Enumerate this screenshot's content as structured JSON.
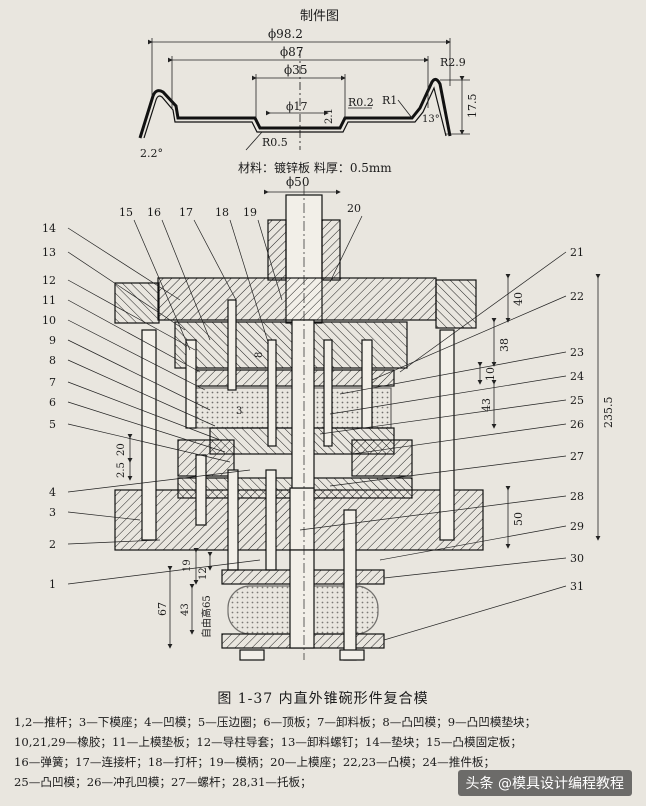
{
  "part_drawing": {
    "title": "制件图",
    "material_note": "材料：镀锌板 料厚：0.5mm",
    "dims": {
      "d98": "ϕ98.2",
      "d87": "ϕ87",
      "d35": "ϕ35",
      "d17": "ϕ17",
      "r29": "R2.9",
      "r02": "R0.2",
      "r1": "R1",
      "r05": "R0.5",
      "h21": "2.1",
      "h175": "17.5",
      "a13": "13°",
      "a22": "2.2°"
    }
  },
  "assembly": {
    "dims": {
      "d50": "ϕ50",
      "v40": "40",
      "v38": "38",
      "v10": "10",
      "v43": "43",
      "v2355": "235.5",
      "v50": "50",
      "v20": "20",
      "v25": "2.5",
      "v3": "3",
      "v8": "8",
      "v12": "12",
      "v19": "19",
      "v67": "67",
      "v43b": "43",
      "free": "自由高65"
    },
    "callouts_left": [
      "14",
      "13",
      "12",
      "11",
      "10",
      "9",
      "8",
      "7",
      "6",
      "5",
      "4",
      "3",
      "2",
      "1"
    ],
    "callouts_top": [
      "15",
      "16",
      "17",
      "18",
      "19",
      "20"
    ],
    "callouts_right": [
      "21",
      "22",
      "23",
      "24",
      "25",
      "26",
      "27",
      "28",
      "29",
      "30",
      "31"
    ]
  },
  "caption": "图 1-37   内直外锥碗形件复合模",
  "legend": [
    "1,2—推杆；3—下模座；4—凹模；5—压边圈；6—顶板；7—卸料板；8—凸凹模；9—凸凹模垫块；",
    "10,21,29—橡胶；11—上模垫板；12—导柱导套；13—卸料螺钉；14—垫块；15—凸模固定板；",
    "16—弹簧；17—连接杆；18—打杆；19—模柄；20—上模座；22,23—凸模；24—推件板；",
    "25—凸凹模；26—冲孔凹模；27—螺杆；28,31—托板；"
  ],
  "watermark": "头条 @模具设计编程教程"
}
